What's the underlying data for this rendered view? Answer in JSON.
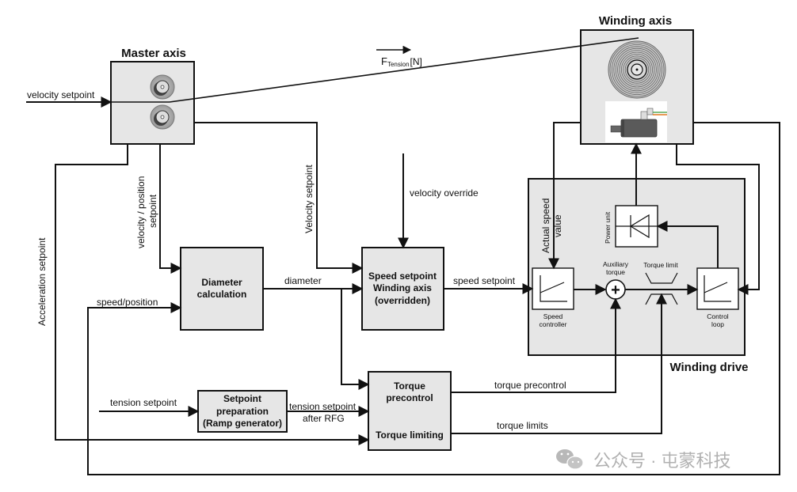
{
  "titles": {
    "master_axis": "Master axis",
    "winding_axis": "Winding axis",
    "winding_drive": "Winding drive"
  },
  "force_label": {
    "main": "F",
    "subscript": "Tension",
    "unit": "[N]"
  },
  "blocks": {
    "diameter_calc": [
      "Diameter",
      "calculation"
    ],
    "speed_setpoint": [
      "Speed setpoint",
      "Winding axis",
      "(overridden)"
    ],
    "setpoint_prep": [
      "Setpoint",
      "preparation",
      "(Ramp generator)"
    ],
    "torque_precontrol": [
      "Torque",
      "precontrol"
    ],
    "torque_limiting": "Torque limiting"
  },
  "drive_blocks": {
    "speed_controller": [
      "Speed",
      "controller"
    ],
    "control_loop": [
      "Control",
      "loop"
    ],
    "auxiliary_torque": [
      "Auxiliary",
      "torque"
    ],
    "torque_limit": "Torque limit",
    "power_unit": "Power unit",
    "sum_symbol": "+"
  },
  "signals": {
    "velocity_setpoint_in": "velocity setpoint",
    "acceleration_setpoint": "Acceleration setpoint",
    "velocity_position_setpoint": [
      "velocity / position",
      "setpoint"
    ],
    "velocity_setpoint_vertical": "Velocity setpoint",
    "velocity_override": "velocity override",
    "diameter": "diameter",
    "speed_position": "speed/position",
    "speed_setpoint": "speed setpoint",
    "actual_speed_value": [
      "Actual speed",
      "value"
    ],
    "tension_setpoint": "tension setpoint",
    "tension_setpoint_after_rfg": [
      "tension setpoint",
      "after RFG"
    ],
    "torque_precontrol": "torque precontrol",
    "torque_limits": "torque limits"
  },
  "watermark": {
    "icon": "wechat-icon",
    "text": "公众号 · 屯蒙科技"
  },
  "colors": {
    "block_fill": "#e6e6e6",
    "line": "#111111",
    "watermark": "#b0b0b0",
    "motor_body": "#5a5a5a",
    "cable_green": "#3a9a3a",
    "cable_orange": "#e07820"
  }
}
